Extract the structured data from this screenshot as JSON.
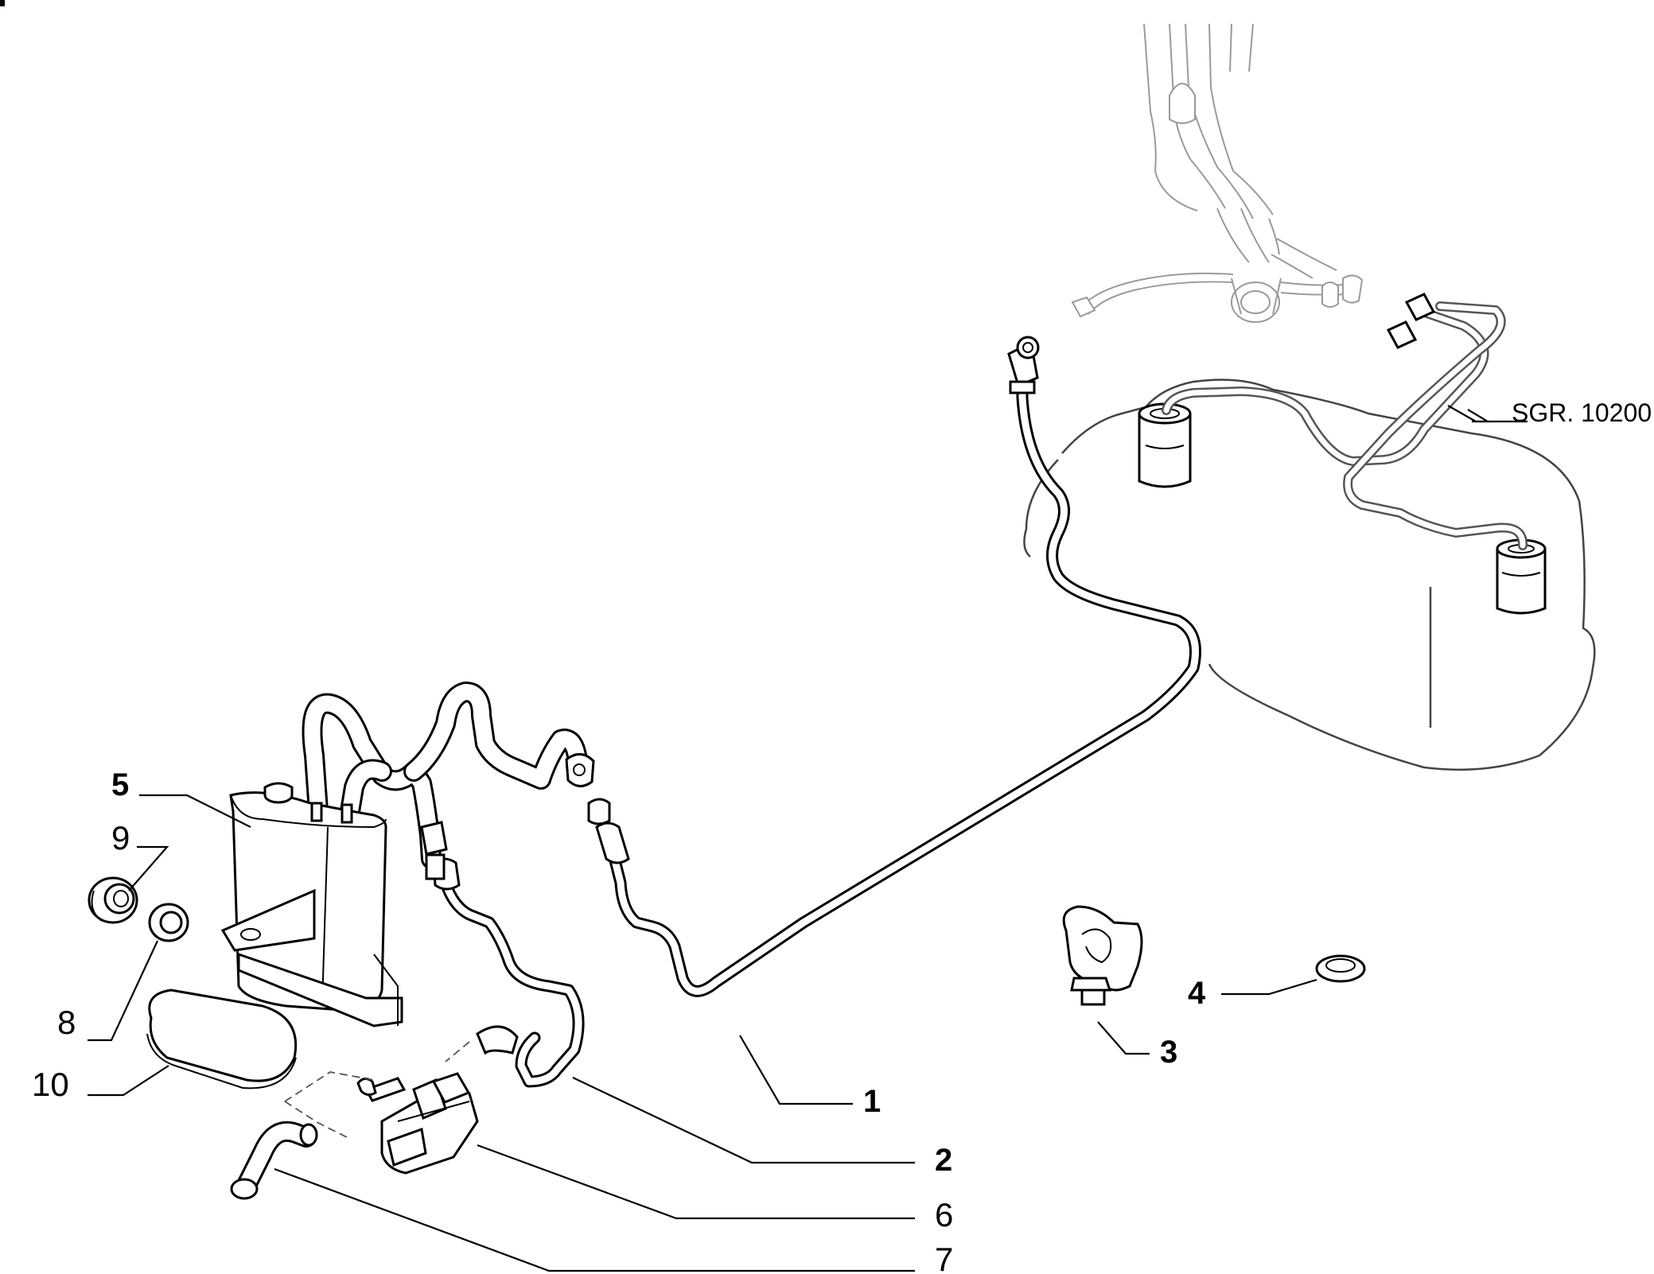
{
  "callouts": {
    "c1": "1",
    "c2": "2",
    "c3": "3",
    "c4": "4",
    "c5": "5",
    "c6": "6",
    "c7": "7",
    "c8": "8",
    "c9": "9",
    "c10": "10"
  },
  "reference": "SGR. 10200"
}
